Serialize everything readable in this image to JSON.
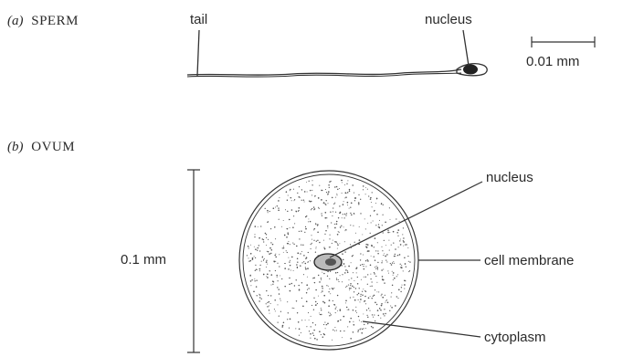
{
  "panel_a": {
    "letter": "(a)",
    "title": "SPERM",
    "label_tail": "tail",
    "label_nucleus": "nucleus",
    "scale_bar_label": "0.01 mm"
  },
  "panel_b": {
    "letter": "(b)",
    "title": "OVUM",
    "scale_bar_label": "0.1 mm",
    "label_nucleus": "nucleus",
    "label_cell_membrane": "cell membrane",
    "label_cytoplasm": "cytoplasm"
  },
  "colors": {
    "ink": "#333333",
    "background": "#ffffff"
  }
}
